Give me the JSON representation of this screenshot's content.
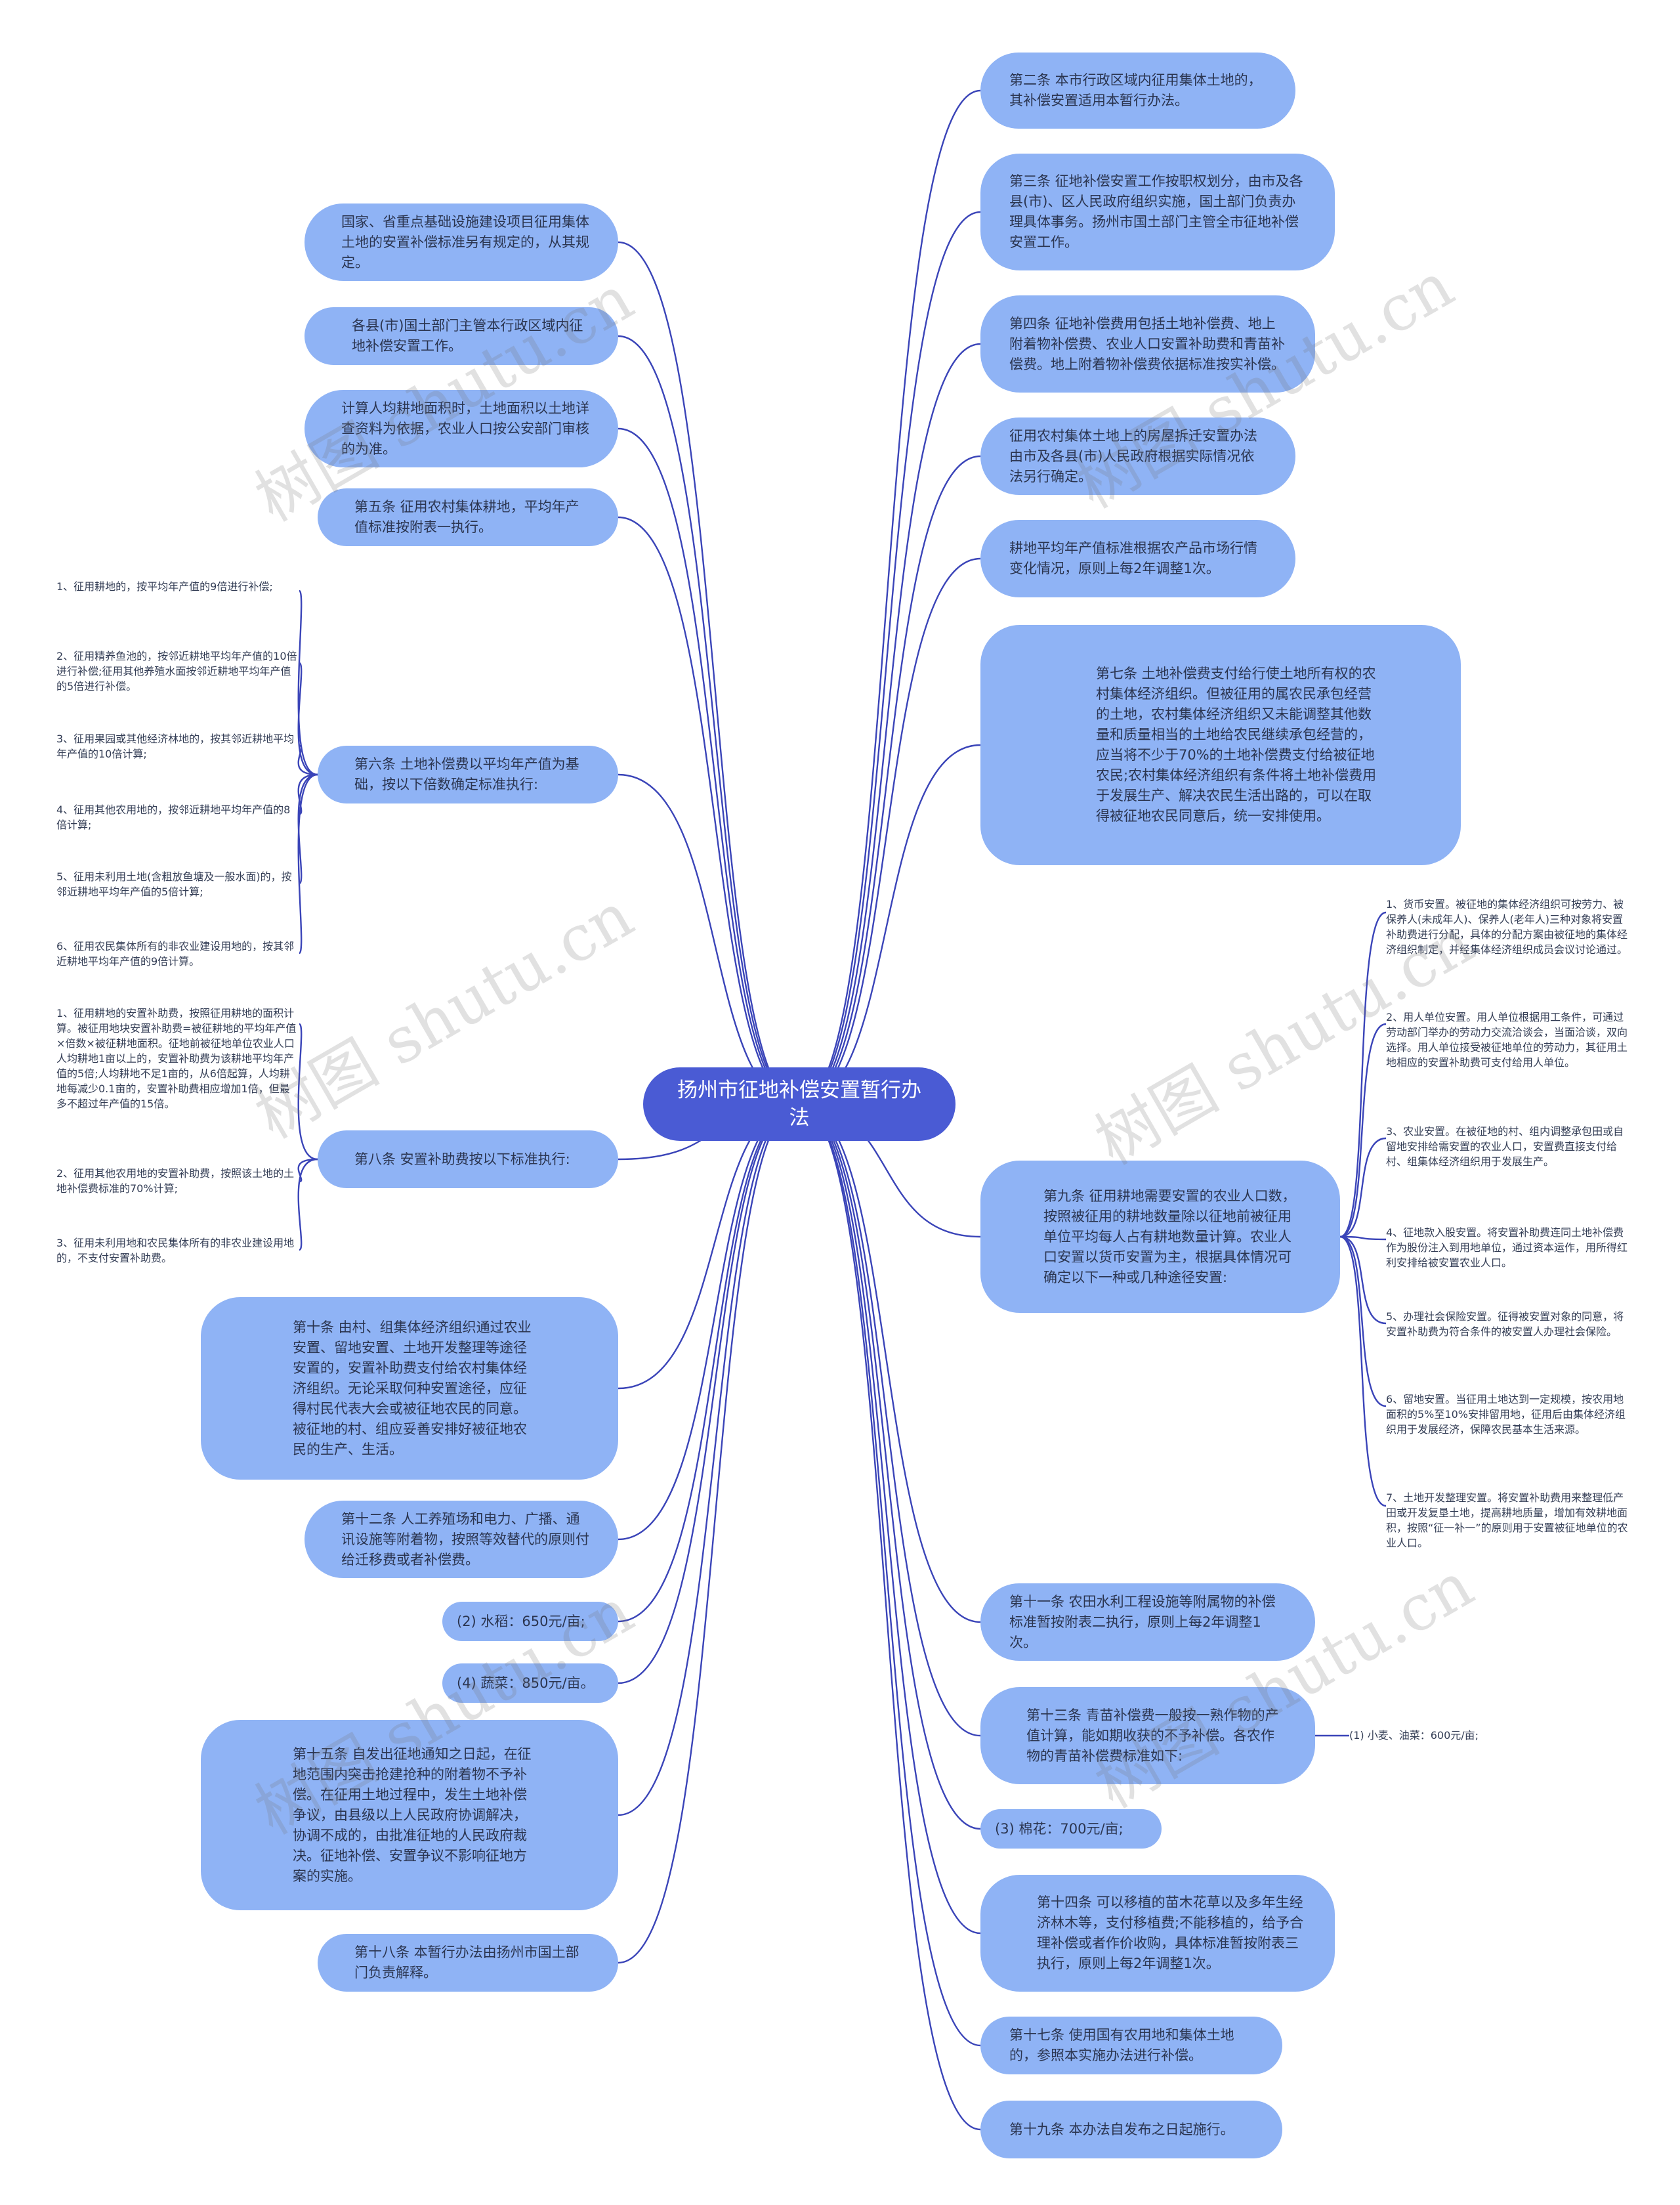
{
  "root": "扬州市征地补偿安置暂行办法",
  "right": [
    "第二条 本市行政区域内征用集体土地的，其补偿安置适用本暂行办法。",
    "第三条 征地补偿安置工作按职权划分，由市及各县(市)、区人民政府组织实施，国土部门负责办理具体事务。扬州市国土部门主管全市征地补偿安置工作。",
    "第四条 征地补偿费用包括土地补偿费、地上附着物补偿费、农业人口安置补助费和青苗补偿费。地上附着物补偿费依据标准按实补偿。",
    "征用农村集体土地上的房屋拆迁安置办法由市及各县(市)人民政府根据实际情况依法另行确定。",
    "耕地平均年产值标准根据农产品市场行情变化情况，原则上每2年调整1次。",
    "第七条 土地补偿费支付给行使土地所有权的农村集体经济组织。但被征用的属农民承包经营的土地，农村集体经济组织又未能调整其他数量和质量相当的土地给农民继续承包经营的，应当将不少于70%的土地补偿费支付给被征地农民;农村集体经济组织有条件将土地补偿费用于发展生产、解决农民生活出路的，可以在取得被征地农民同意后，统一安排使用。",
    "第九条 征用耕地需要安置的农业人口数，按照被征用的耕地数量除以征地前被征用单位平均每人占有耕地数量计算。农业人口安置以货币安置为主，根据具体情况可确定以下一种或几种途径安置:",
    "第十一条 农田水利工程设施等附属物的补偿标准暂按附表二执行，原则上每2年调整1次。",
    "第十三条 青苗补偿费一般按一熟作物的产值计算，能如期收获的不予补偿。各农作物的青苗补偿费标准如下:",
    "(3) 棉花：700元/亩;",
    "第十四条 可以移植的苗木花草以及多年生经济林木等，支付移植费;不能移植的，给予合理补偿或者作价收购，具体标准暂按附表三执行，原则上每2年调整1次。",
    "第十七条 使用国有农用地和集体土地的，参照本实施办法进行补偿。",
    "第十九条 本办法自发布之日起施行。"
  ],
  "left": [
    "国家、省重点基础设施建设项目征用集体土地的安置补偿标准另有规定的，从其规定。",
    "各县(市)国土部门主管本行政区域内征地补偿安置工作。",
    "计算人均耕地面积时，土地面积以土地详查资料为依据，农业人口按公安部门审核的为准。",
    "第五条 征用农村集体耕地，平均年产值标准按附表一执行。",
    "第六条 土地补偿费以平均年产值为基础，按以下倍数确定标准执行:",
    "第八条 安置补助费按以下标准执行:",
    "第十条 由村、组集体经济组织通过农业安置、留地安置、土地开发整理等途径安置的，安置补助费支付给农村集体经济组织。无论采取何种安置途径，应征得村民代表大会或被征地农民的同意。被征地的村、组应妥善安排好被征地农民的生产、生活。",
    "第十二条 人工养殖场和电力、广播、通讯设施等附着物，按照等效替代的原则付给迁移费或者补偿费。",
    "(2) 水稻：650元/亩;",
    "(4) 蔬菜：850元/亩。",
    "第十五条 自发出征地通知之日起，在征地范围内突击抢建抢种的附着物不予补偿。在征用土地过程中，发生土地补偿争议，由县级以上人民政府协调解决，协调不成的，由批准征地的人民政府裁决。征地补偿、安置争议不影响征地方案的实施。",
    "第十八条 本暂行办法由扬州市国土部门负责解释。"
  ],
  "leaves6": [
    "1、征用耕地的，按平均年产值的9倍进行补偿;",
    "2、征用精养鱼池的，按邻近耕地平均年产值的10倍进行补偿;征用其他养殖水面按邻近耕地平均年产值的5倍进行补偿。",
    "3、征用果园或其他经济林地的，按其邻近耕地平均年产值的10倍计算;",
    "4、征用其他农用地的，按邻近耕地平均年产值的8倍计算;",
    "5、征用未利用土地(含粗放鱼塘及一般水面)的，按邻近耕地平均年产值的5倍计算;",
    "6、征用农民集体所有的非农业建设用地的，按其邻近耕地平均年产值的9倍计算。"
  ],
  "leaves8": [
    "1、征用耕地的安置补助费，按照征用耕地的面积计算。被征用地块安置补助费=被征耕地的平均年产值×倍数×被征耕地面积。征地前被征地单位农业人口人均耕地1亩以上的，安置补助费为该耕地平均年产值的5倍;人均耕地不足1亩的，从6倍起算，人均耕地每减少0.1亩的，安置补助费相应增加1倍，但最多不超过年产值的15倍。",
    "2、征用其他农用地的安置补助费，按照该土地的土地补偿费标准的70%计算;",
    "3、征用未利用地和农民集体所有的非农业建设用地的，不支付安置补助费。"
  ],
  "leaves9": [
    "1、货币安置。被征地的集体经济组织可按劳力、被保养人(未成年人)、保养人(老年人)三种对象将安置补助费进行分配，具体的分配方案由被征地的集体经济组织制定，并经集体经济组织成员会议讨论通过。",
    "2、用人单位安置。用人单位根据用工条件，可通过劳动部门举办的劳动力交流洽谈会，当面洽谈，双向选择。用人单位接受被征地单位的劳动力，其征用土地相应的安置补助费可支付给用人单位。",
    "3、农业安置。在被征地的村、组内调整承包田或自留地安排给需安置的农业人口，安置费直接支付给村、组集体经济组织用于发展生产。",
    "4、征地款入股安置。将安置补助费连同土地补偿费作为股份注入到用地单位，通过资本运作，用所得红利安排给被安置农业人口。",
    "5、办理社会保险安置。征得被安置对象的同意，将安置补助费为符合条件的被安置人办理社会保险。",
    "6、留地安置。当征用土地达到一定规模，按农用地面积的5%至10%安排留用地，征用后由集体经济组织用于发展经济，保障农民基本生活来源。",
    "7、土地开发整理安置。将安置补助费用来整理低产田或开发复垦土地，提高耕地质量，增加有效耕地面积，按照“征一补一”的原则用于安置被征地单位的农业人口。"
  ],
  "leaf13": "(1) 小麦、油菜：600元/亩;",
  "watermark": "树图 shutu.cn",
  "colors": {
    "root": "#4a5bd4",
    "node": "#8fb3f5",
    "line": "#3a44b8"
  }
}
